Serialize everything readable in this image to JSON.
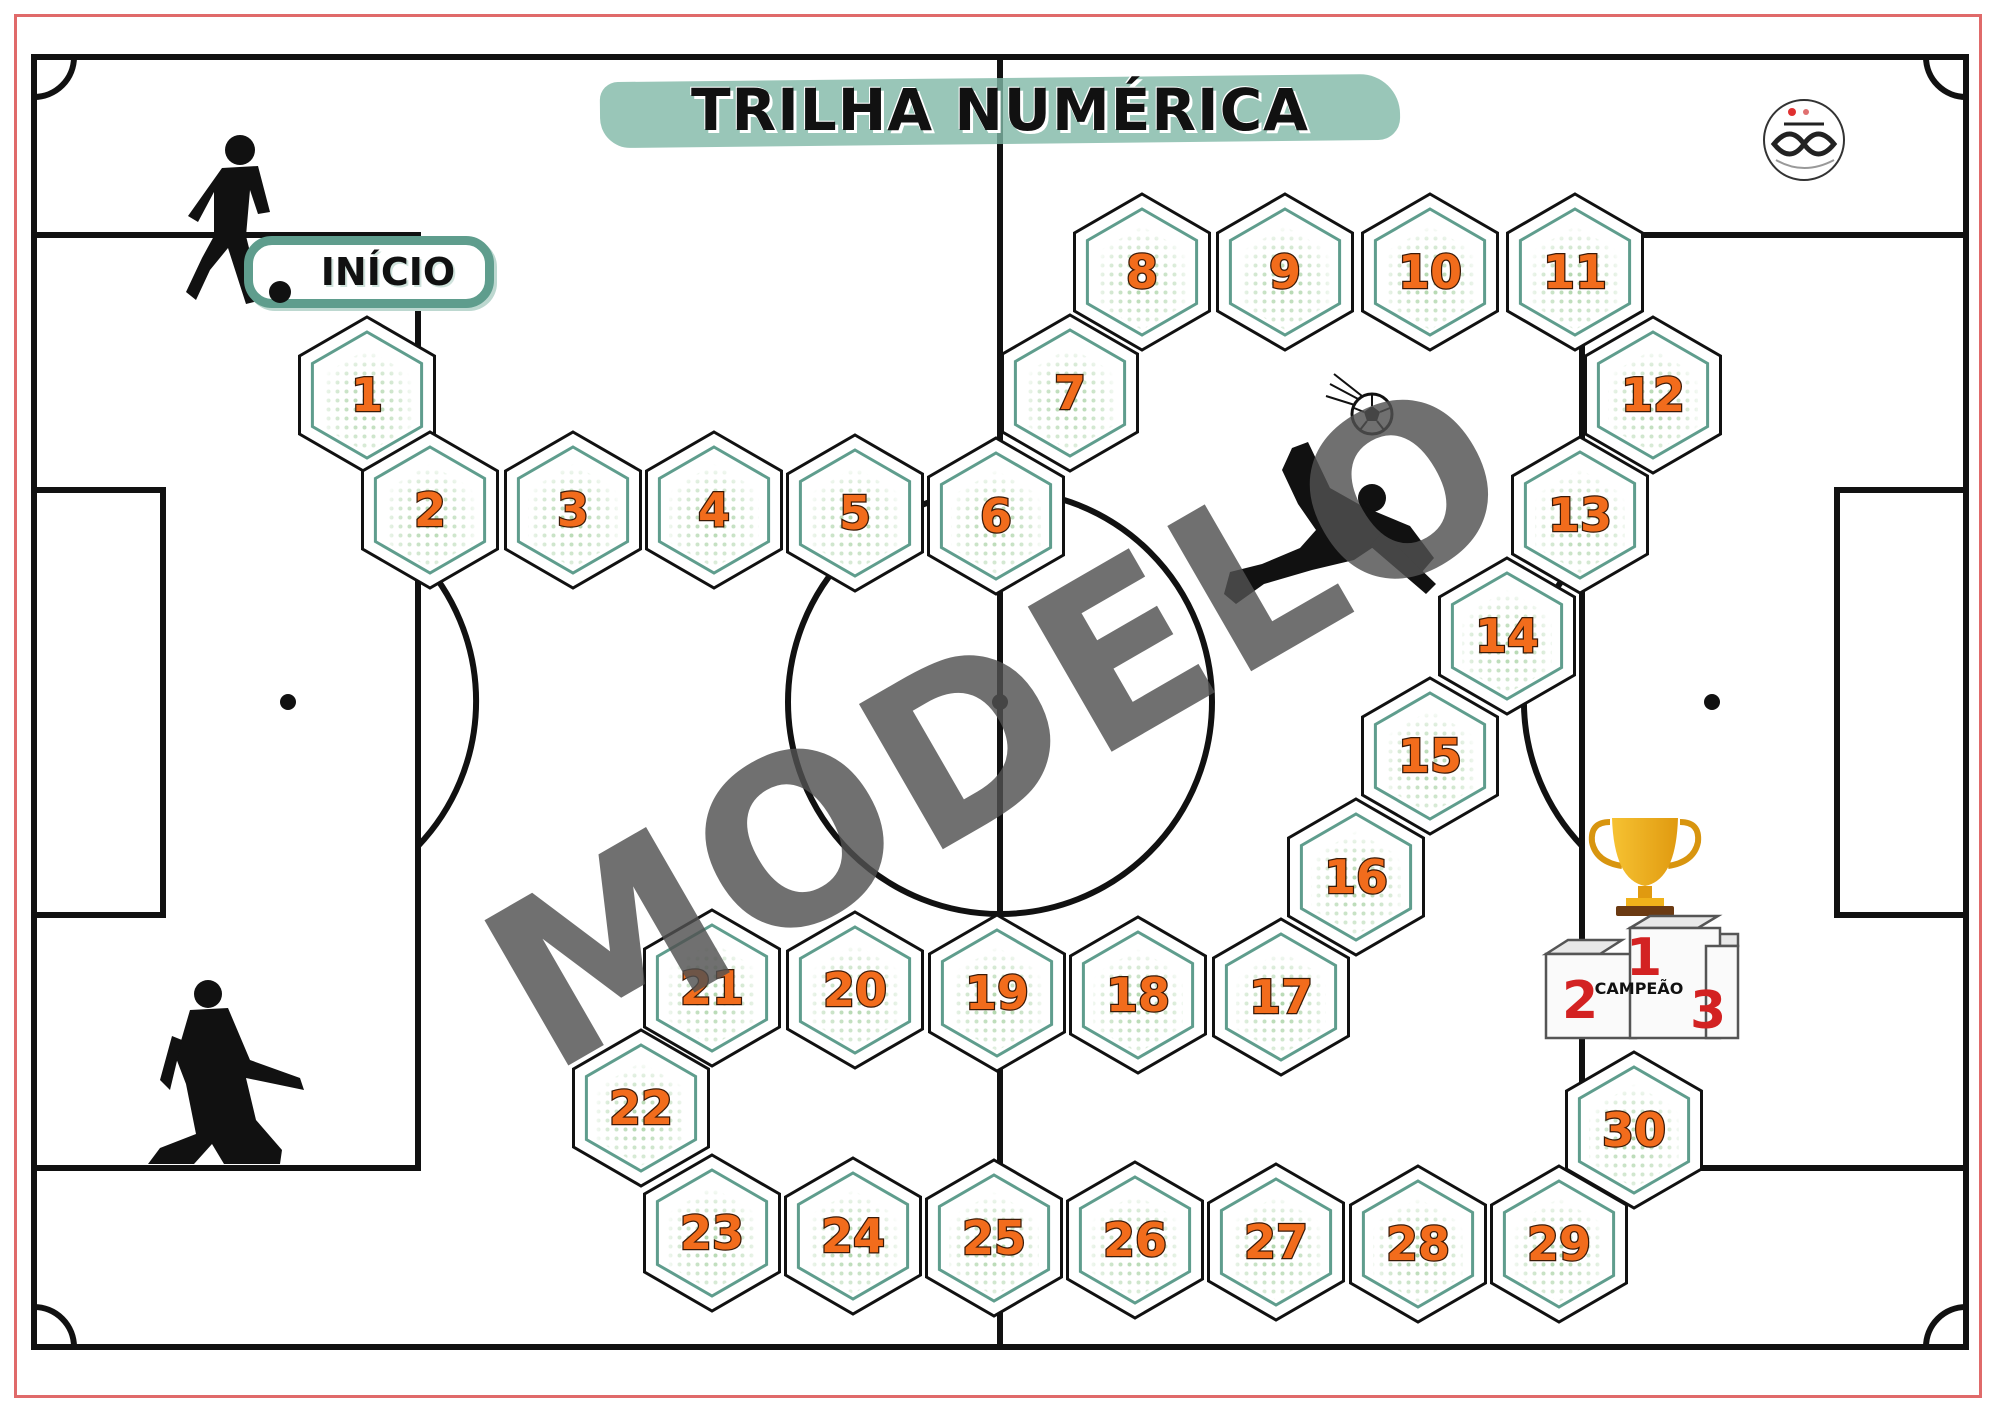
{
  "title": "TRILHA NUMÉRICA",
  "start_label": "INÍCIO",
  "watermark": "MODELO",
  "podium": {
    "label": "CAMPEÃO",
    "first": "1",
    "second": "2",
    "third": "3"
  },
  "cells": [
    "1",
    "2",
    "3",
    "4",
    "5",
    "6",
    "7",
    "8",
    "9",
    "10",
    "11",
    "12",
    "13",
    "14",
    "15",
    "16",
    "17",
    "18",
    "19",
    "20",
    "21",
    "22",
    "23",
    "24",
    "25",
    "26",
    "27",
    "28",
    "29",
    "30"
  ],
  "colors": {
    "frame": "#e06a6a",
    "field_lines": "#111111",
    "title_brush": "#7fb8a6",
    "hex_inner_stroke": "#5f9d8d",
    "hex_dots": "#8fc48a",
    "number_fill": "#f26c1c",
    "number_outline": "#3a1a08",
    "podium_numbers": "#d32222",
    "trophy": "#f0b21a"
  },
  "icons": [
    "player-running-icon",
    "player-kneeling-icon",
    "bicycle-kick-icon",
    "soccer-ball-icon",
    "trophy-icon",
    "podium-icon",
    "logo-icon"
  ]
}
